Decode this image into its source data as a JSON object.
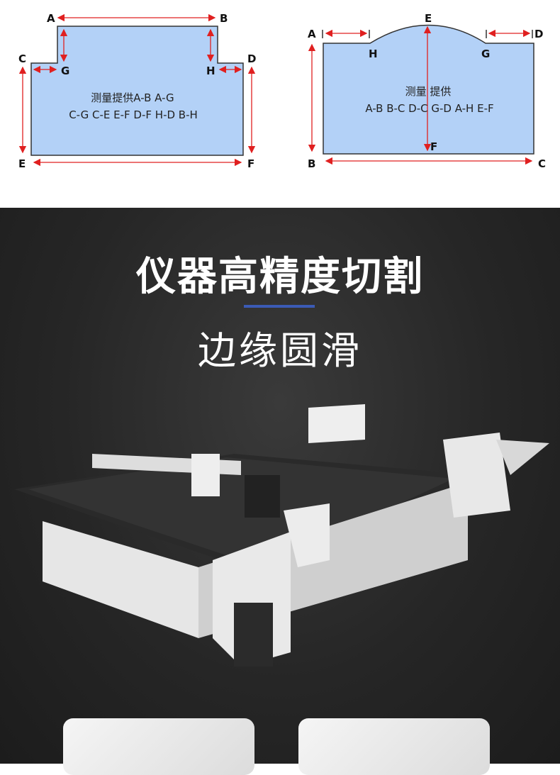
{
  "diagram_left": {
    "labels": [
      "A",
      "B",
      "C",
      "D",
      "E",
      "F",
      "G",
      "H"
    ],
    "line1": "测量提供A-B A-G",
    "line2": "C-G C-E E-F D-F H-D B-H"
  },
  "diagram_right": {
    "labels": [
      "A",
      "B",
      "C",
      "D",
      "E",
      "F",
      "G",
      "H"
    ],
    "line1": "测量 提供",
    "line2": "A-B B-C D-C G-D  A-H E-F"
  },
  "banner": {
    "title": "仪器高精度切割",
    "subtitle": "边缘圆滑",
    "accent": "#3b5bb5"
  },
  "colors": {
    "shape_fill": "#b3d1f7",
    "arrow": "#e02020"
  }
}
